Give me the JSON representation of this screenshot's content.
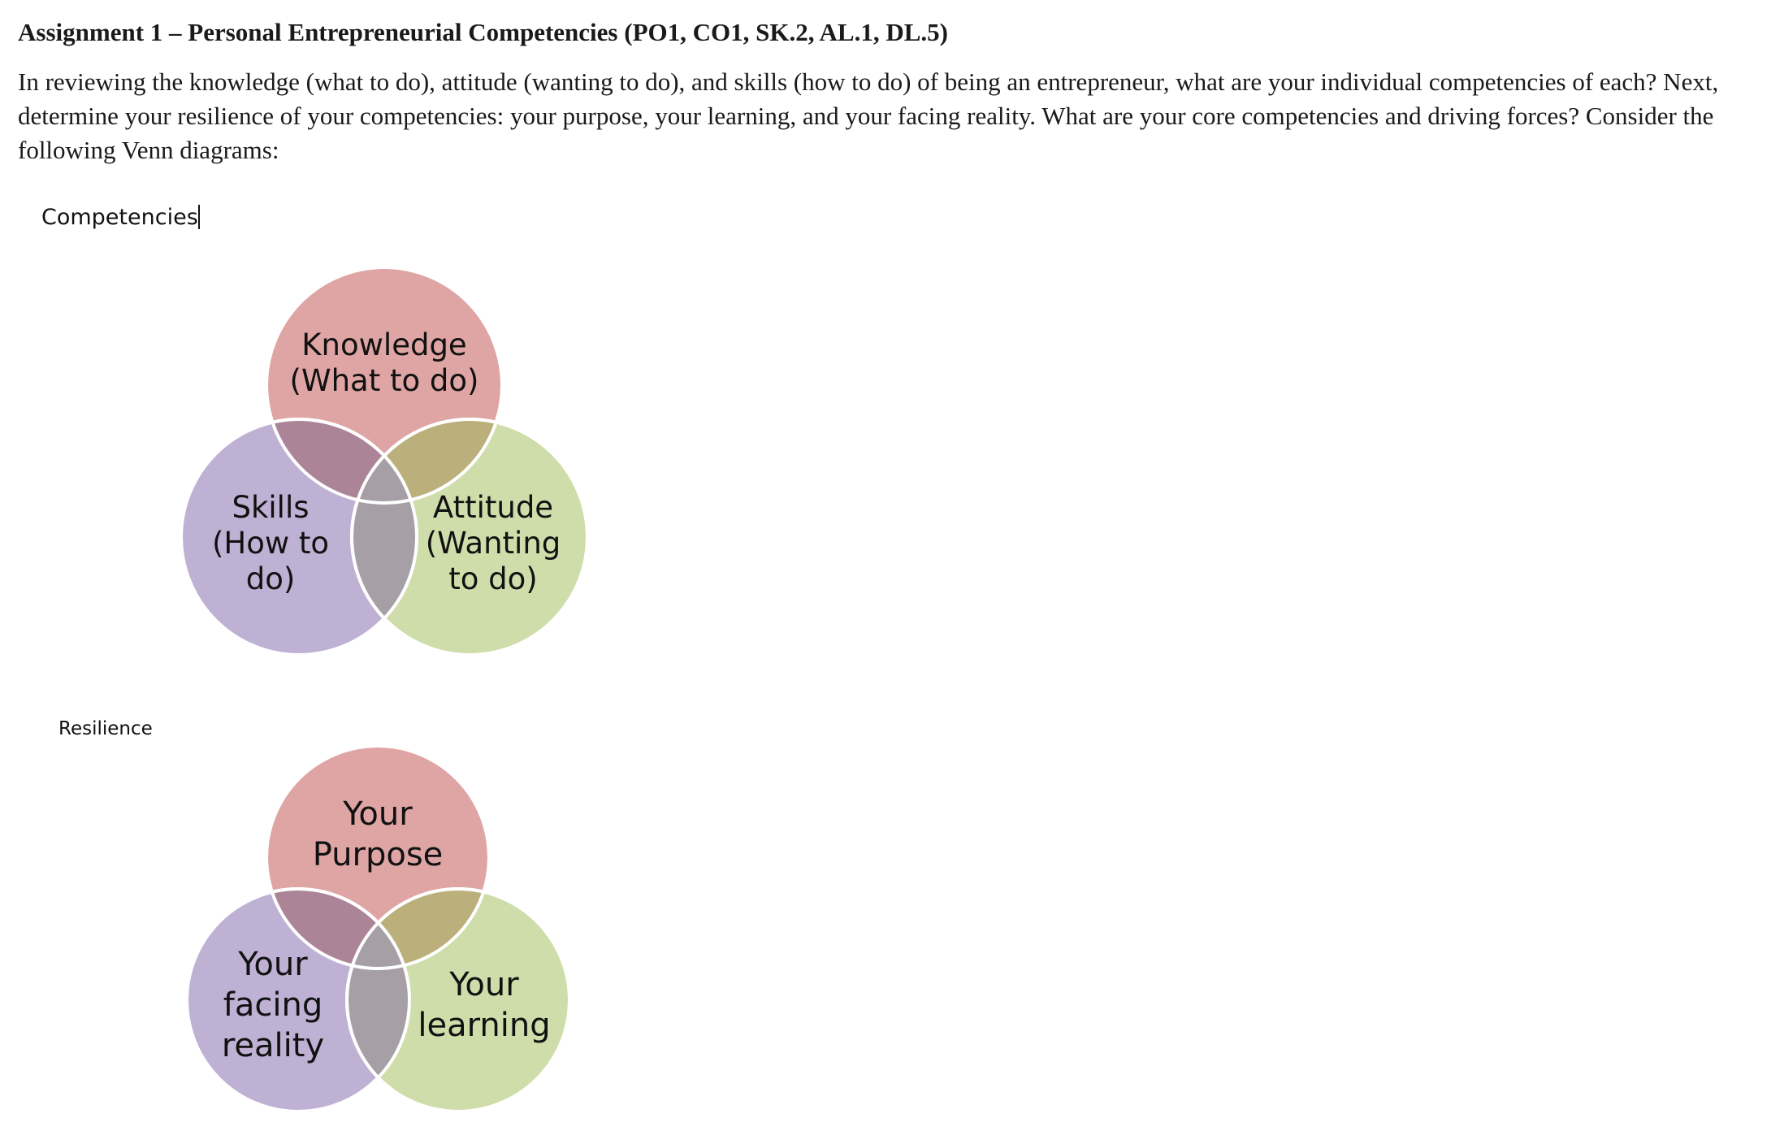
{
  "document": {
    "title": "Assignment 1 – Personal Entrepreneurial Competencies (PO1, CO1, SK.2, AL.1, DL.5)",
    "body_lines": [
      "In reviewing the knowledge (what to do), attitude (wanting to do), and skills (how to do) of being an entrepreneur, what are your individual competencies of each? Next,",
      "determine your resilience of your competencies: your purpose, your learning, and your facing reality. What are your core competencies and driving forces? Consider the",
      "following Venn diagrams:"
    ]
  },
  "competencies": {
    "label": "Competencies",
    "circles": {
      "top": [
        "Knowledge",
        "(What to do)"
      ],
      "left": [
        "Skills",
        "(How to",
        "do)"
      ],
      "right": [
        "Attitude",
        "(Wanting",
        "to do)"
      ]
    }
  },
  "resilience": {
    "label": "Resilience",
    "circles": {
      "top": [
        "Your",
        "Purpose"
      ],
      "left": [
        "Your",
        "facing",
        "reality"
      ],
      "right": [
        "Your",
        "learning"
      ]
    }
  },
  "colors": {
    "circle_top": "#dfa5a5",
    "circle_left": "#bfb1d3",
    "circle_right": "#cfddaa",
    "overlap_top_left": "#ac8498",
    "overlap_top_right": "#bbb07c",
    "overlap_left_right": "#a79fa6",
    "outline": "#ffffff"
  }
}
